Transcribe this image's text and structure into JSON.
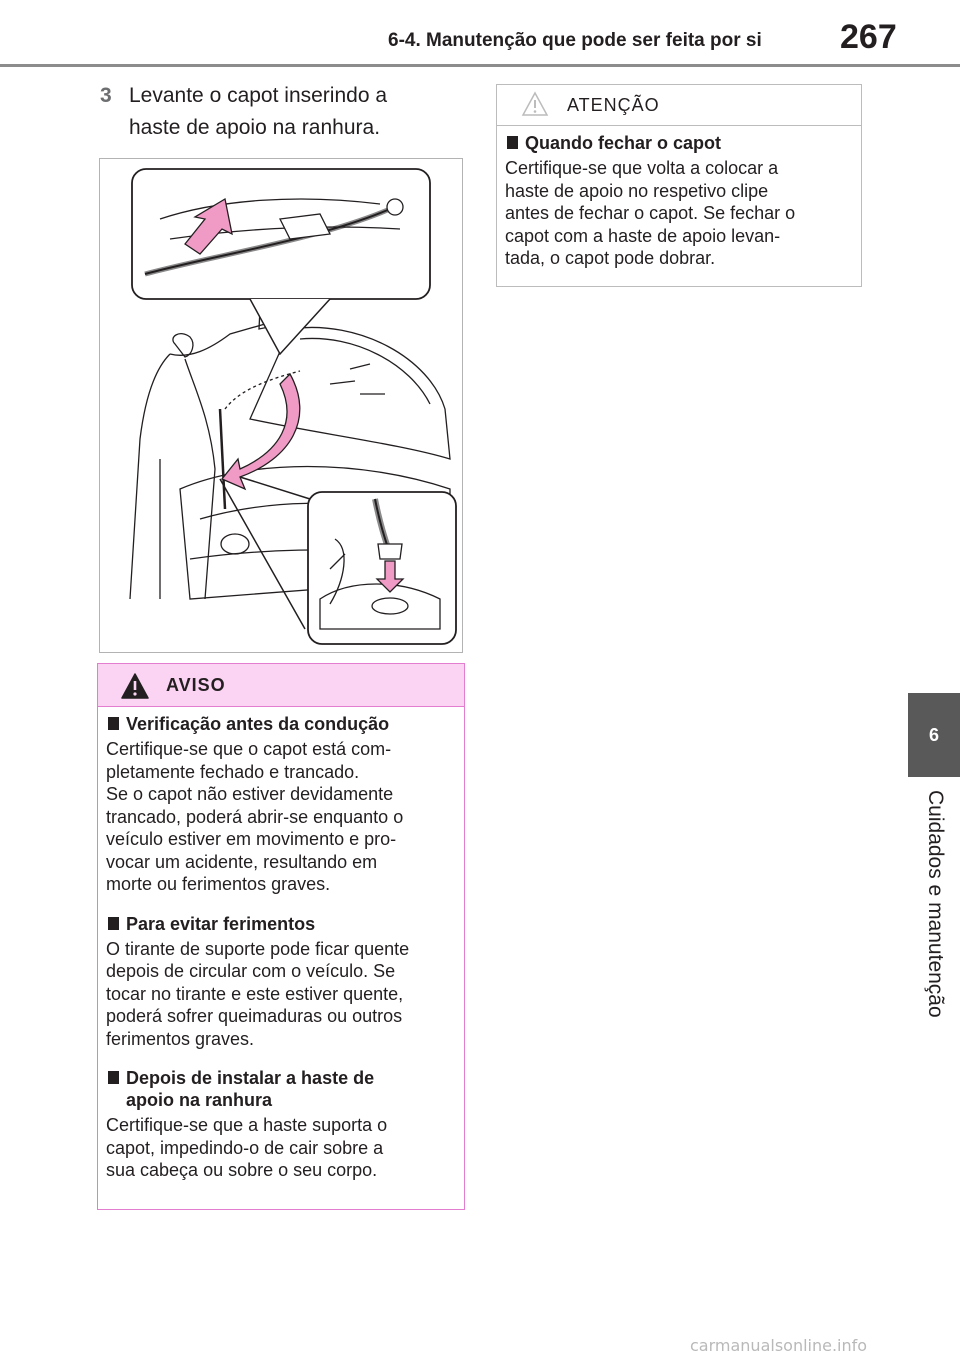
{
  "header": {
    "section_title": "6-4. Manutenção que pode ser feita por si",
    "page_number": "267"
  },
  "side_tab": {
    "chapter_number": "6",
    "chapter_title": "Cuidados e manutenção"
  },
  "step": {
    "number": "3",
    "line1": "Levante o capot inserindo a",
    "line2": "haste de apoio na ranhura."
  },
  "attention": {
    "label": "ATENÇÃO",
    "icon": "warning-triangle-outline-icon",
    "heading": "Quando fechar o capot",
    "lines": [
      "Certifique-se que volta a colocar a",
      "haste de apoio no respetivo clipe",
      "antes de fechar o capot. Se fechar o",
      "capot com a haste de apoio levan-",
      "tada, o capot pode dobrar."
    ]
  },
  "warning": {
    "label": "AVISO",
    "icon": "warning-triangle-filled-icon",
    "sections": [
      {
        "heading": [
          "Verificação antes da condução"
        ],
        "lines": [
          "Certifique-se que o capot está com-",
          "pletamente fechado e trancado.",
          "Se o capot não estiver devidamente",
          "trancado, poderá abrir-se enquanto o",
          "veículo estiver em movimento e pro-",
          "vocar um acidente, resultando em",
          "morte ou ferimentos graves."
        ]
      },
      {
        "heading": [
          "Para evitar ferimentos"
        ],
        "lines": [
          "O tirante de suporte pode ficar quente",
          "depois de circular com o veículo. Se",
          "tocar no tirante e este estiver quente,",
          "poderá sofrer queimaduras ou outros",
          "ferimentos graves."
        ]
      },
      {
        "heading": [
          "Depois de instalar a haste de",
          "apoio na ranhura"
        ],
        "lines": [
          "Certifique-se que a haste suporta o",
          "capot, impedindo-o de cair sobre a",
          "sua cabeça ou sobre o seu corpo."
        ]
      }
    ]
  },
  "footer": {
    "watermark": "carmanualsonline.info"
  },
  "colors": {
    "warning_border": "#e37dd0",
    "warning_header_bg": "#fbd3f3",
    "arrow_pink": "#f09bc6",
    "side_tab_bg": "#595959"
  }
}
